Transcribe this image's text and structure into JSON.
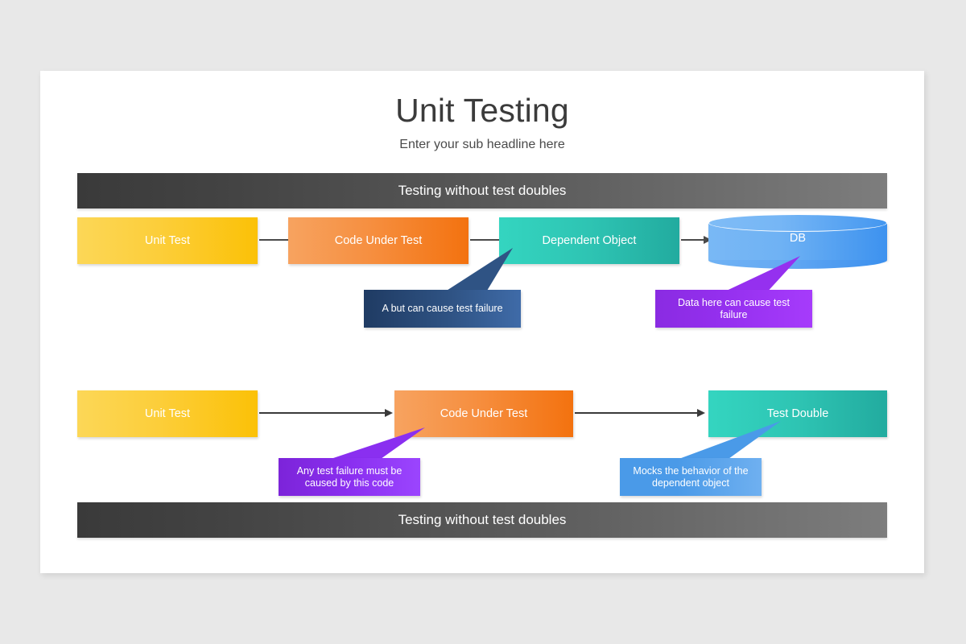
{
  "slide": {
    "title": "Unit Testing",
    "subtitle": "Enter your sub headline here",
    "background_color": "#e8e8e8",
    "canvas_color": "#ffffff"
  },
  "sections": {
    "top_bar_label": "Testing without test doubles",
    "bottom_bar_label": "Testing without test doubles",
    "bar_gradient_from": "#3a3a3a",
    "bar_gradient_to": "#7d7d7d"
  },
  "row_without_doubles": {
    "nodes": [
      {
        "label": "Unit Test",
        "color": "#fbc107",
        "shape": "rect"
      },
      {
        "label": "Code Under Test",
        "color": "#f3720f",
        "shape": "rect"
      },
      {
        "label": "Dependent Object",
        "color": "#22ab9f",
        "shape": "rect"
      },
      {
        "label": "DB",
        "color": "#3d92ef",
        "shape": "cylinder"
      }
    ],
    "callouts": [
      {
        "text": "A but can cause test failure",
        "color": "#2f5384",
        "points_to": "Dependent Object"
      },
      {
        "text": "Data here can cause test failure",
        "color": "#9530ef",
        "points_to": "DB"
      }
    ]
  },
  "row_with_doubles": {
    "nodes": [
      {
        "label": "Unit Test",
        "color": "#fbc107",
        "shape": "rect"
      },
      {
        "label": "Code Under Test",
        "color": "#f3720f",
        "shape": "rect"
      },
      {
        "label": "Test Double",
        "color": "#22ab9f",
        "shape": "rect"
      }
    ],
    "callouts": [
      {
        "text": "Any test failure must be caused by this code",
        "color": "#8a2ff0",
        "points_to": "Code Under Test"
      },
      {
        "text": "Mocks the behavior of the dependent object",
        "color": "#4a9ae8",
        "points_to": "Test Double"
      }
    ]
  }
}
